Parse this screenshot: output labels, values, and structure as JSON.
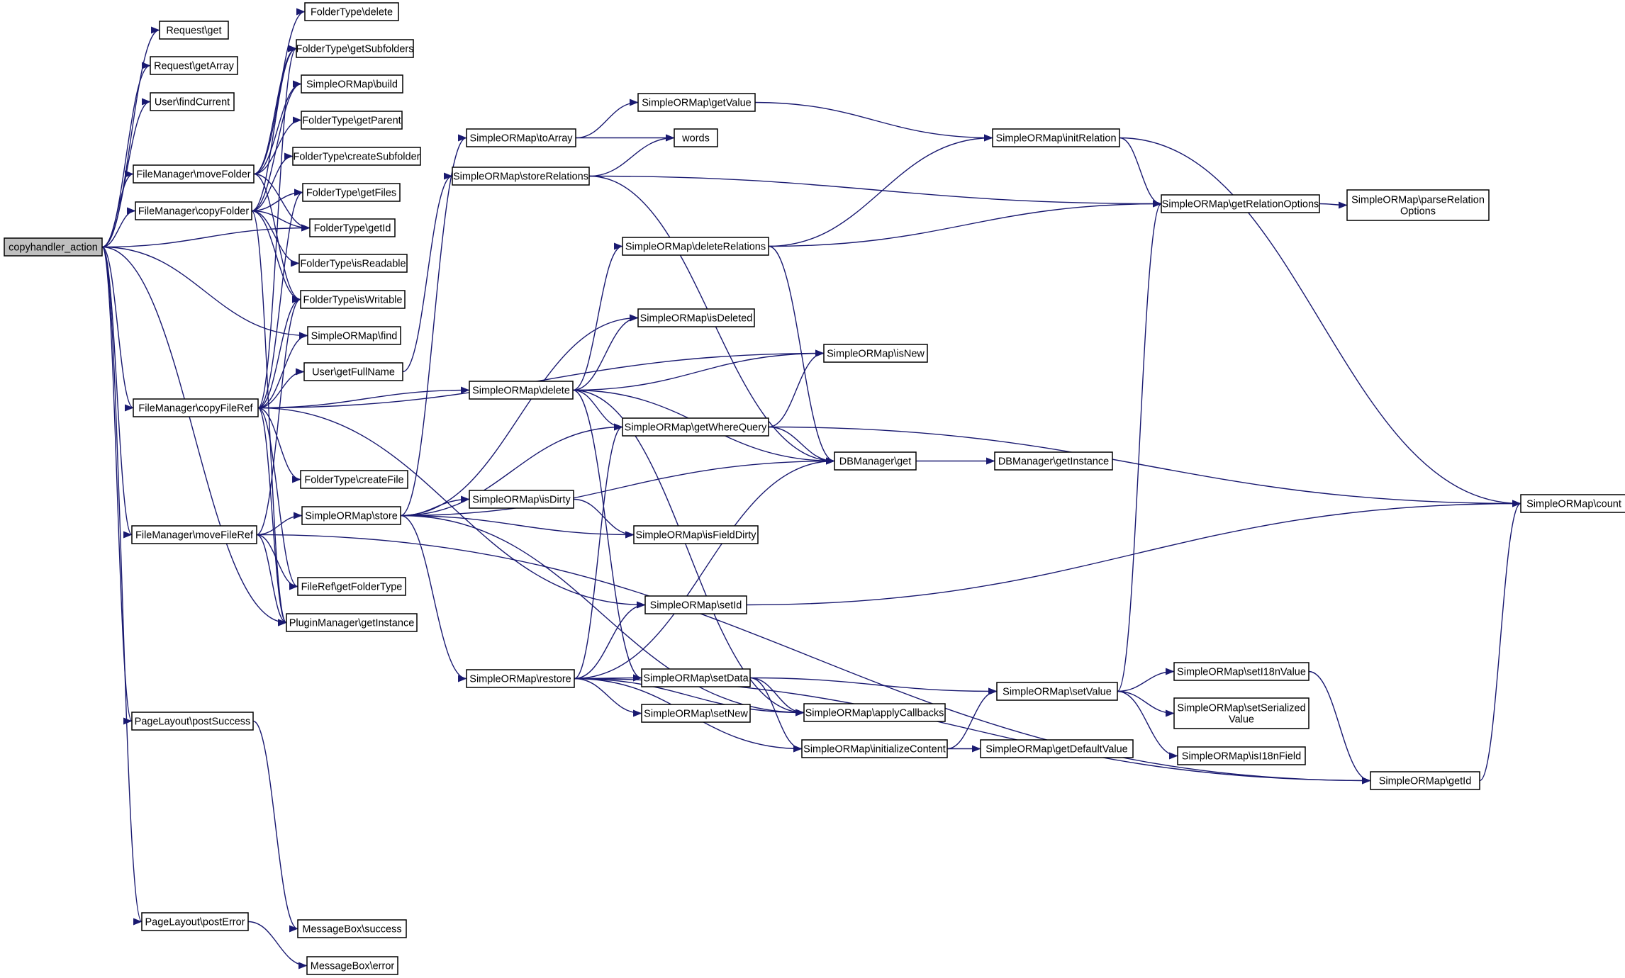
{
  "nodes": [
    {
      "id": "root",
      "label": "copyhandler_action",
      "root": true
    },
    {
      "id": "req_get",
      "label": "Request\\get"
    },
    {
      "id": "req_getArray",
      "label": "Request\\getArray"
    },
    {
      "id": "user_findCurrent",
      "label": "User\\findCurrent"
    },
    {
      "id": "fm_moveFolder",
      "label": "FileManager\\moveFolder"
    },
    {
      "id": "fm_copyFolder",
      "label": "FileManager\\copyFolder"
    },
    {
      "id": "fm_copyFileRef",
      "label": "FileManager\\copyFileRef"
    },
    {
      "id": "fm_moveFileRef",
      "label": "FileManager\\moveFileRef"
    },
    {
      "id": "pl_postSuccess",
      "label": "PageLayout\\postSuccess"
    },
    {
      "id": "pl_postError",
      "label": "PageLayout\\postError"
    },
    {
      "id": "ft_delete",
      "label": "FolderType\\delete"
    },
    {
      "id": "ft_getSubfolders",
      "label": "FolderType\\getSubfolders"
    },
    {
      "id": "orm_build",
      "label": "SimpleORMap\\build"
    },
    {
      "id": "ft_getParent",
      "label": "FolderType\\getParent"
    },
    {
      "id": "ft_createSubfolder",
      "label": "FolderType\\createSubfolder"
    },
    {
      "id": "ft_getFiles",
      "label": "FolderType\\getFiles"
    },
    {
      "id": "ft_getId",
      "label": "FolderType\\getId"
    },
    {
      "id": "ft_isReadable",
      "label": "FolderType\\isReadable"
    },
    {
      "id": "ft_isWritable",
      "label": "FolderType\\isWritable"
    },
    {
      "id": "orm_find",
      "label": "SimpleORMap\\find"
    },
    {
      "id": "user_getFullName",
      "label": "User\\getFullName"
    },
    {
      "id": "ft_createFile",
      "label": "FolderType\\createFile"
    },
    {
      "id": "orm_store",
      "label": "SimpleORMap\\store"
    },
    {
      "id": "fr_getFolderType",
      "label": "FileRef\\getFolderType"
    },
    {
      "id": "pm_getInstance",
      "label": "PluginManager\\getInstance"
    },
    {
      "id": "mb_success",
      "label": "MessageBox\\success"
    },
    {
      "id": "mb_error",
      "label": "MessageBox\\error"
    },
    {
      "id": "orm_toArray",
      "label": "SimpleORMap\\toArray"
    },
    {
      "id": "orm_storeRelations",
      "label": "SimpleORMap\\storeRelations"
    },
    {
      "id": "orm_delete",
      "label": "SimpleORMap\\delete"
    },
    {
      "id": "orm_isDirty",
      "label": "SimpleORMap\\isDirty"
    },
    {
      "id": "orm_restore",
      "label": "SimpleORMap\\restore"
    },
    {
      "id": "orm_getValue",
      "label": "SimpleORMap\\getValue"
    },
    {
      "id": "words",
      "label": "words"
    },
    {
      "id": "orm_deleteRelations",
      "label": "SimpleORMap\\deleteRelations"
    },
    {
      "id": "orm_isDeleted",
      "label": "SimpleORMap\\isDeleted"
    },
    {
      "id": "orm_getWhereQuery",
      "label": "SimpleORMap\\getWhereQuery"
    },
    {
      "id": "orm_isFieldDirty",
      "label": "SimpleORMap\\isFieldDirty"
    },
    {
      "id": "orm_setId",
      "label": "SimpleORMap\\setId"
    },
    {
      "id": "orm_setData",
      "label": "SimpleORMap\\setData"
    },
    {
      "id": "orm_setNew",
      "label": "SimpleORMap\\setNew"
    },
    {
      "id": "orm_isNew",
      "label": "SimpleORMap\\isNew"
    },
    {
      "id": "db_get",
      "label": "DBManager\\get"
    },
    {
      "id": "orm_applyCallbacks",
      "label": "SimpleORMap\\applyCallbacks"
    },
    {
      "id": "orm_initializeContent",
      "label": "SimpleORMap\\initializeContent"
    },
    {
      "id": "orm_initRelation",
      "label": "SimpleORMap\\initRelation"
    },
    {
      "id": "db_getInstance",
      "label": "DBManager\\getInstance"
    },
    {
      "id": "orm_setValue",
      "label": "SimpleORMap\\setValue"
    },
    {
      "id": "orm_getDefaultValue",
      "label": "SimpleORMap\\getDefaultValue"
    },
    {
      "id": "orm_getRelationOptions",
      "label": "SimpleORMap\\getRelationOptions"
    },
    {
      "id": "orm_setI18nValue",
      "label": "SimpleORMap\\setI18nValue"
    },
    {
      "id": "orm_setSerializedValue",
      "label": "SimpleORMap\\setSerialized\nValue"
    },
    {
      "id": "orm_isI18nField",
      "label": "SimpleORMap\\isI18nField"
    },
    {
      "id": "orm_getId",
      "label": "SimpleORMap\\getId"
    },
    {
      "id": "orm_parseRelationOptions",
      "label": "SimpleORMap\\parseRelation\nOptions"
    },
    {
      "id": "orm_count",
      "label": "SimpleORMap\\count"
    }
  ],
  "edges": [
    [
      "root",
      "req_get"
    ],
    [
      "root",
      "req_getArray"
    ],
    [
      "root",
      "user_findCurrent"
    ],
    [
      "root",
      "fm_moveFolder"
    ],
    [
      "root",
      "fm_copyFolder"
    ],
    [
      "root",
      "ft_getId"
    ],
    [
      "root",
      "orm_find"
    ],
    [
      "root",
      "fm_copyFileRef"
    ],
    [
      "root",
      "fm_moveFileRef"
    ],
    [
      "root",
      "pm_getInstance"
    ],
    [
      "root",
      "pl_postSuccess"
    ],
    [
      "root",
      "pl_postError"
    ],
    [
      "fm_moveFolder",
      "ft_delete"
    ],
    [
      "fm_moveFolder",
      "ft_getSubfolders"
    ],
    [
      "fm_moveFolder",
      "orm_build"
    ],
    [
      "fm_moveFolder",
      "ft_getParent"
    ],
    [
      "fm_moveFolder",
      "ft_getId"
    ],
    [
      "fm_moveFolder",
      "ft_isWritable"
    ],
    [
      "fm_copyFolder",
      "ft_getSubfolders"
    ],
    [
      "fm_copyFolder",
      "orm_build"
    ],
    [
      "fm_copyFolder",
      "ft_createSubfolder"
    ],
    [
      "fm_copyFolder",
      "ft_getFiles"
    ],
    [
      "fm_copyFolder",
      "ft_getId"
    ],
    [
      "fm_copyFolder",
      "ft_isReadable"
    ],
    [
      "fm_copyFolder",
      "ft_isWritable"
    ],
    [
      "fm_copyFolder",
      "pm_getInstance"
    ],
    [
      "fm_copyFileRef",
      "ft_getSubfolders"
    ],
    [
      "fm_copyFileRef",
      "ft_getFiles"
    ],
    [
      "fm_copyFileRef",
      "ft_isWritable"
    ],
    [
      "fm_copyFileRef",
      "orm_find"
    ],
    [
      "fm_copyFileRef",
      "user_getFullName"
    ],
    [
      "fm_copyFileRef",
      "ft_createFile"
    ],
    [
      "fm_copyFileRef",
      "fr_getFolderType"
    ],
    [
      "fm_copyFileRef",
      "pm_getInstance"
    ],
    [
      "fm_copyFileRef",
      "orm_delete"
    ],
    [
      "fm_copyFileRef",
      "orm_isNew"
    ],
    [
      "fm_copyFileRef",
      "orm_setId"
    ],
    [
      "fm_moveFileRef",
      "ft_isWritable"
    ],
    [
      "fm_moveFileRef",
      "orm_store"
    ],
    [
      "fm_moveFileRef",
      "fr_getFolderType"
    ],
    [
      "fm_moveFileRef",
      "pm_getInstance"
    ],
    [
      "fm_moveFileRef",
      "orm_getId"
    ],
    [
      "pl_postSuccess",
      "mb_success"
    ],
    [
      "pl_postError",
      "mb_error"
    ],
    [
      "user_getFullName",
      "orm_storeRelations"
    ],
    [
      "orm_store",
      "orm_toArray"
    ],
    [
      "orm_store",
      "orm_isDeleted"
    ],
    [
      "orm_store",
      "orm_getWhereQuery"
    ],
    [
      "orm_store",
      "db_get"
    ],
    [
      "orm_store",
      "orm_isDirty"
    ],
    [
      "orm_store",
      "orm_isFieldDirty"
    ],
    [
      "orm_store",
      "orm_restore"
    ],
    [
      "orm_store",
      "orm_applyCallbacks"
    ],
    [
      "orm_toArray",
      "orm_getValue"
    ],
    [
      "orm_toArray",
      "words"
    ],
    [
      "orm_storeRelations",
      "words"
    ],
    [
      "orm_storeRelations",
      "orm_getRelationOptions"
    ],
    [
      "orm_storeRelations",
      "db_get"
    ],
    [
      "orm_delete",
      "orm_deleteRelations"
    ],
    [
      "orm_delete",
      "orm_isDeleted"
    ],
    [
      "orm_delete",
      "orm_isNew"
    ],
    [
      "orm_delete",
      "orm_getWhereQuery"
    ],
    [
      "orm_delete",
      "db_get"
    ],
    [
      "orm_delete",
      "orm_applyCallbacks"
    ],
    [
      "orm_delete",
      "orm_setData"
    ],
    [
      "orm_isDirty",
      "orm_isFieldDirty"
    ],
    [
      "orm_restore",
      "orm_getWhereQuery"
    ],
    [
      "orm_restore",
      "orm_setId"
    ],
    [
      "orm_restore",
      "orm_setData"
    ],
    [
      "orm_restore",
      "orm_setNew"
    ],
    [
      "orm_restore",
      "orm_applyCallbacks"
    ],
    [
      "orm_restore",
      "orm_initializeContent"
    ],
    [
      "orm_restore",
      "db_get"
    ],
    [
      "orm_restore",
      "orm_getId"
    ],
    [
      "orm_getValue",
      "orm_initRelation"
    ],
    [
      "orm_deleteRelations",
      "orm_initRelation"
    ],
    [
      "orm_deleteRelations",
      "orm_getRelationOptions"
    ],
    [
      "orm_deleteRelations",
      "db_get"
    ],
    [
      "orm_getWhereQuery",
      "orm_isNew"
    ],
    [
      "orm_getWhereQuery",
      "db_get"
    ],
    [
      "orm_getWhereQuery",
      "orm_count"
    ],
    [
      "orm_setId",
      "orm_count"
    ],
    [
      "orm_setData",
      "orm_setValue"
    ],
    [
      "orm_setData",
      "orm_applyCallbacks"
    ],
    [
      "orm_setData",
      "orm_initializeContent"
    ],
    [
      "orm_initializeContent",
      "orm_setValue"
    ],
    [
      "orm_initializeContent",
      "orm_getDefaultValue"
    ],
    [
      "db_get",
      "db_getInstance"
    ],
    [
      "orm_initRelation",
      "orm_getRelationOptions"
    ],
    [
      "orm_initRelation",
      "orm_count"
    ],
    [
      "orm_setValue",
      "orm_getRelationOptions"
    ],
    [
      "orm_setValue",
      "orm_setI18nValue"
    ],
    [
      "orm_setValue",
      "orm_setSerializedValue"
    ],
    [
      "orm_setValue",
      "orm_isI18nField"
    ],
    [
      "orm_getRelationOptions",
      "orm_parseRelationOptions"
    ],
    [
      "orm_setI18nValue",
      "orm_getId"
    ],
    [
      "orm_getId",
      "orm_count"
    ]
  ]
}
